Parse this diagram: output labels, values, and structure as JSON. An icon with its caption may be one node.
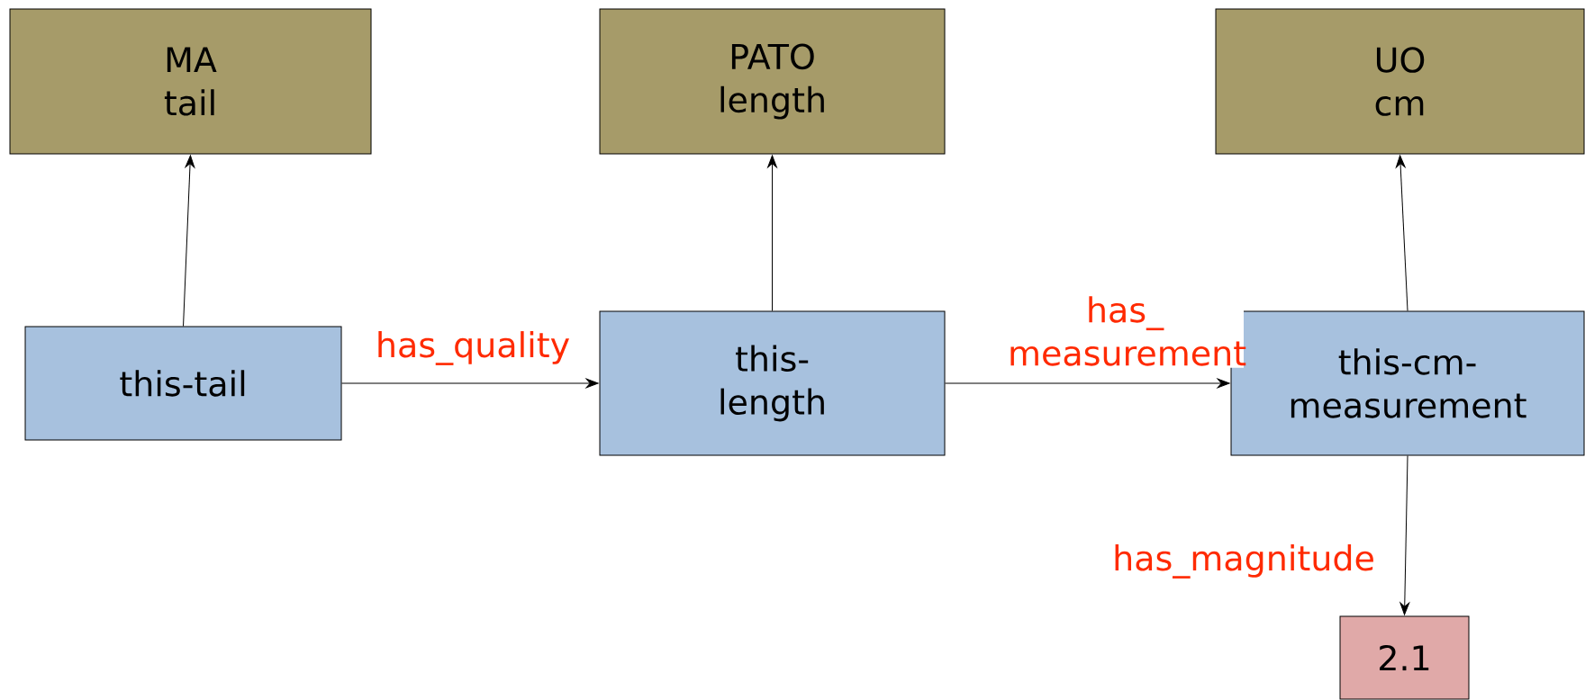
{
  "diagram": {
    "nodes": [
      {
        "text": [
          "MA",
          "tail"
        ]
      },
      {
        "text": [
          "PATO",
          "length"
        ]
      },
      {
        "text": [
          "UO",
          "cm"
        ]
      },
      {
        "text": [
          "this-tail"
        ]
      },
      {
        "text": [
          "this-length"
        ]
      },
      {
        "text": [
          "this-cm-measurement"
        ]
      },
      {
        "text": [
          "2.1"
        ]
      }
    ],
    "edges": [
      {
        "from": 3,
        "to": 0,
        "arrow": "to"
      },
      {
        "from": 4,
        "to": 1,
        "arrow": "to"
      },
      {
        "from": 5,
        "to": 2,
        "arrow": "to"
      },
      {
        "from": 3,
        "to": 4,
        "arrow": "to",
        "label": "has_quality"
      },
      {
        "from": 4,
        "to": 5,
        "arrow": "to",
        "label": "has_ measurement"
      },
      {
        "from": 5,
        "to": 6,
        "arrow": "to",
        "label": "has_magnitude"
      }
    ]
  }
}
